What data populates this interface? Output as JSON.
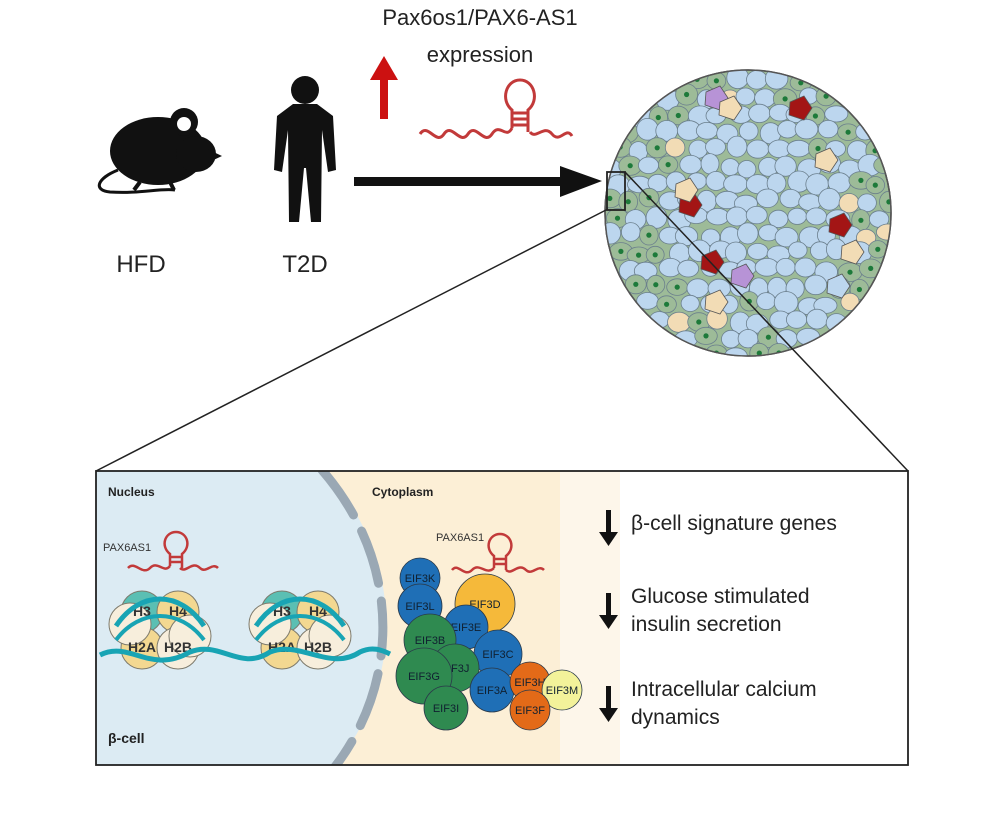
{
  "top": {
    "expression_line1": "Pax6os1/PAX6-AS1",
    "expression_line2": "expression",
    "conditions": [
      "HFD",
      "T2D"
    ]
  },
  "panel": {
    "nucleus_label": "Nucleus",
    "cytoplasm_label": "Cytoplasm",
    "lnc_label_nucleus": "PAX6AS1",
    "lnc_label_cytoplasm": "PAX6AS1",
    "cell_label": "β-cell",
    "histone_left": [
      "H3",
      "H4",
      "H2A",
      "H2B"
    ],
    "histone_right": [
      "H3",
      "H4",
      "H2A",
      "H2B"
    ],
    "eif3_subunits": [
      "EIF3K",
      "EIF3L",
      "EIF3D",
      "EIF3E",
      "EIF3B",
      "EIF3C",
      "EIF3J",
      "EIF3G",
      "EIF3A",
      "EIF3H",
      "EIF3M",
      "EIF3I",
      "EIF3F"
    ]
  },
  "effects": [
    {
      "line1": "β-cell signature genes",
      "line2": ""
    },
    {
      "line1": "Glucose stimulated",
      "line2": "insulin secretion"
    },
    {
      "line1": "Intracellular calcium",
      "line2": "dynamics"
    }
  ],
  "colors": {
    "up_arrow": "#cc1111",
    "rna": "#c23a3a",
    "beta_cell": "#bcd6ee",
    "alpha_cell": "#9dbb98",
    "delta_cell": "#f2dcb5",
    "red_cell": "#a31515",
    "pp_cell": "#b793d6",
    "nucleus_bg": "#dcebf3",
    "cytoplasm_bg": "#fcefd6",
    "histone_teal": "#5bbfb3",
    "histone_yellow": "#f3d891",
    "histone_cream": "#f7eedc",
    "dna": "#18a4b4",
    "eif_blue": "#1f6fb6",
    "eif_green": "#2f8a50",
    "eif_yellow": "#f5b93a",
    "eif_orange": "#e36a18",
    "eif_lightyellow": "#f3f29a"
  },
  "icons": [
    "mouse-icon",
    "human-icon",
    "up-arrow-icon",
    "right-arrow-icon",
    "down-arrow-icon",
    "hairpin-rna-icon"
  ]
}
